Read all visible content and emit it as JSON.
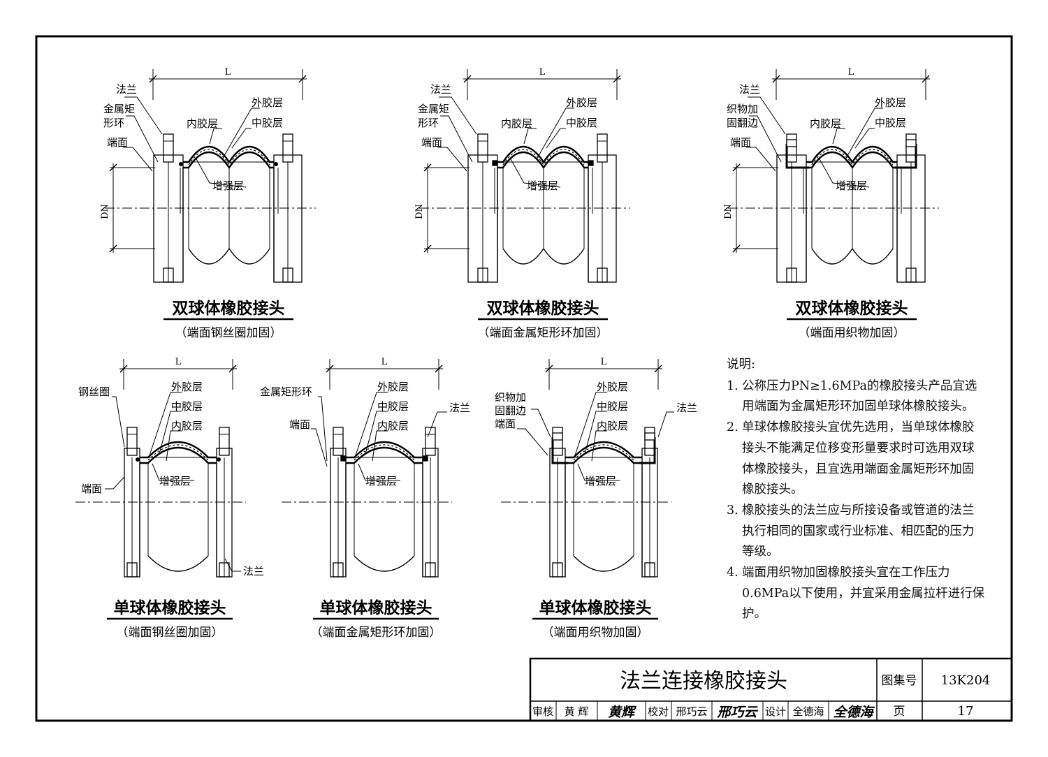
{
  "dims": {
    "L": "L",
    "DN": "DN"
  },
  "parts": {
    "flange": "法兰",
    "metal_ring_a": "金属矩",
    "metal_ring_b": "形环",
    "metal_ring": "金属矩形环",
    "fabric_a": "织物加",
    "fabric_b": "固翻边",
    "steel_ring": "钢丝圈",
    "end_face": "端面",
    "outer": "外胶层",
    "middle": "中胶层",
    "inner": "内胶层",
    "reinforce": "增强层"
  },
  "figures": [
    {
      "title": "双球体橡胶接头",
      "subtitle": "（端面钢丝圈加固）"
    },
    {
      "title": "双球体橡胶接头",
      "subtitle": "（端面金属矩形环加固）"
    },
    {
      "title": "双球体橡胶接头",
      "subtitle": "（端面用织物加固）"
    },
    {
      "title": "单球体橡胶接头",
      "subtitle": "（端面钢丝圈加固）"
    },
    {
      "title": "单球体橡胶接头",
      "subtitle": "（端面金属矩形环加固）"
    },
    {
      "title": "单球体橡胶接头",
      "subtitle": "（端面用织物加固）"
    }
  ],
  "notes": {
    "heading": "说明:",
    "items": [
      {
        "num": "1.",
        "text": "公称压力PN≥1.6MPa的橡胶接头产品宜选用端面为金属矩形环加固单球体橡胶接头。"
      },
      {
        "num": "2.",
        "text": "单球体橡胶接头宜优先选用，当单球体橡胶接头不能满足位移变形量要求时可选用双球体橡胶接头，且宜选用端面金属矩形环加固橡胶接头。"
      },
      {
        "num": "3.",
        "text": "橡胶接头的法兰应与所接设备或管道的法兰执行相同的国家或行业标准、相匹配的压力等级。"
      },
      {
        "num": "4.",
        "text": "端面用织物加固橡胶接头宜在工作压力0.6MPa以下使用，并宜采用金属拉杆进行保护。"
      }
    ]
  },
  "titleblock": {
    "title": "法兰连接橡胶接头",
    "atlas_label": "图集号",
    "atlas_no": "13K204",
    "review_label": "审核",
    "reviewer": "黄 辉",
    "reviewer_sig": "黄辉",
    "check_label": "校对",
    "checker": "邢巧云",
    "checker_sig": "邢巧云",
    "design_label": "设计",
    "designer": "全德海",
    "designer_sig": "全德海",
    "page_label": "页",
    "page_no": "17"
  }
}
